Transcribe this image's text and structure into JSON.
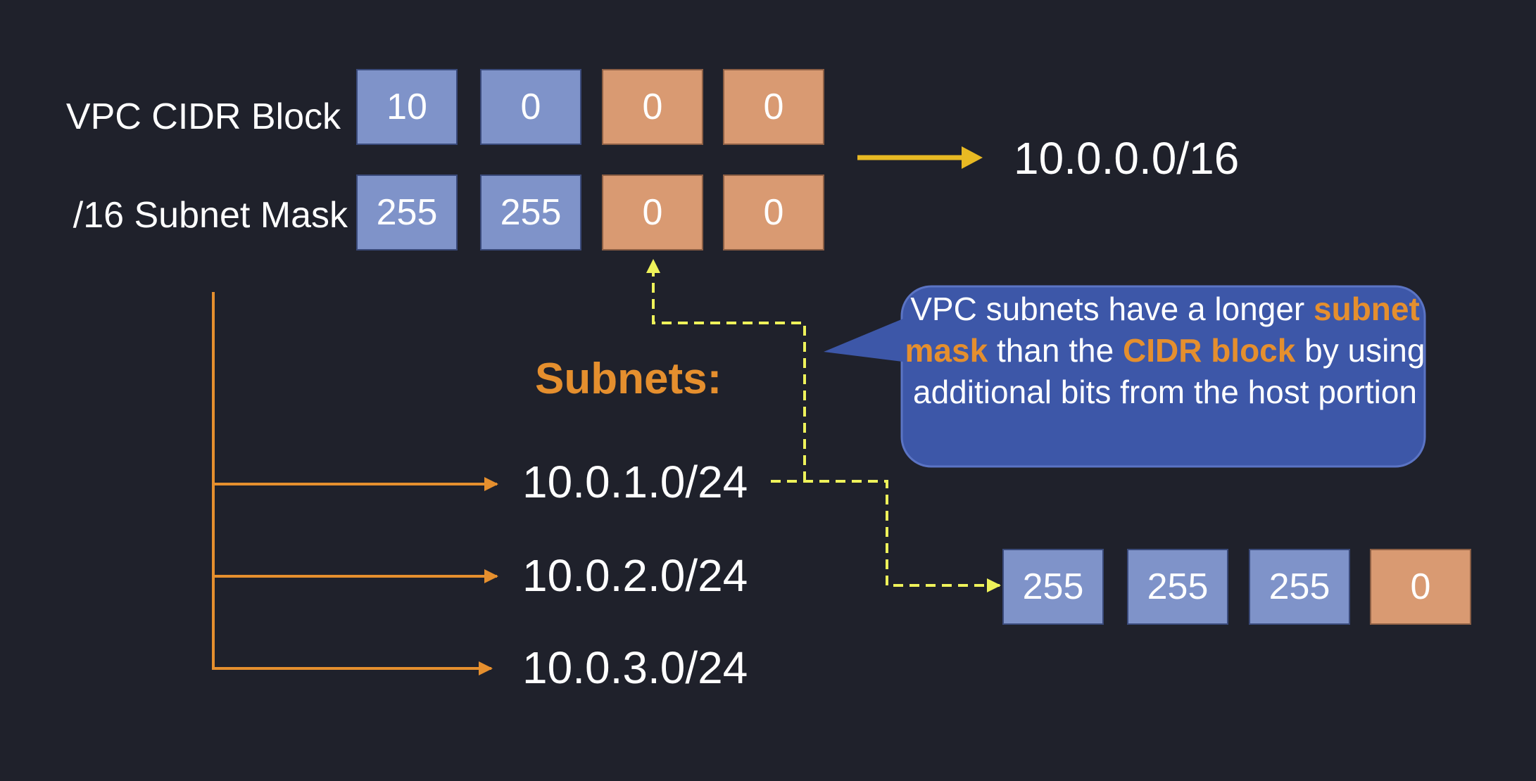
{
  "cidr_block": {
    "label": "VPC CIDR Block",
    "octets": [
      "10",
      "0",
      "0",
      "0"
    ]
  },
  "subnet_mask": {
    "label": "/16 Subnet Mask",
    "octets": [
      "255",
      "255",
      "0",
      "0"
    ]
  },
  "cidr_result": "10.0.0.0/16",
  "subnets": {
    "heading": "Subnets:",
    "items": [
      "10.0.1.0/24",
      "10.0.2.0/24",
      "10.0.3.0/24"
    ]
  },
  "callout": {
    "text_1": "VPC subnets have a longer",
    "highlight_1": "subnet mask",
    "text_2": "than the",
    "highlight_2": "CIDR block",
    "text_3": "by using additional bits from the host portion"
  },
  "subnet_mask_24": {
    "octets": [
      "255",
      "255",
      "255",
      "0"
    ]
  },
  "colors": {
    "background": "#1f212b",
    "network_octet": "#7f93c9",
    "host_octet": "#d99a72",
    "accent_orange": "#e58f2e",
    "arrow_yellow": "#e8b923",
    "dashed_yellow": "#eef25a",
    "callout_blue": "#3d57a8"
  }
}
